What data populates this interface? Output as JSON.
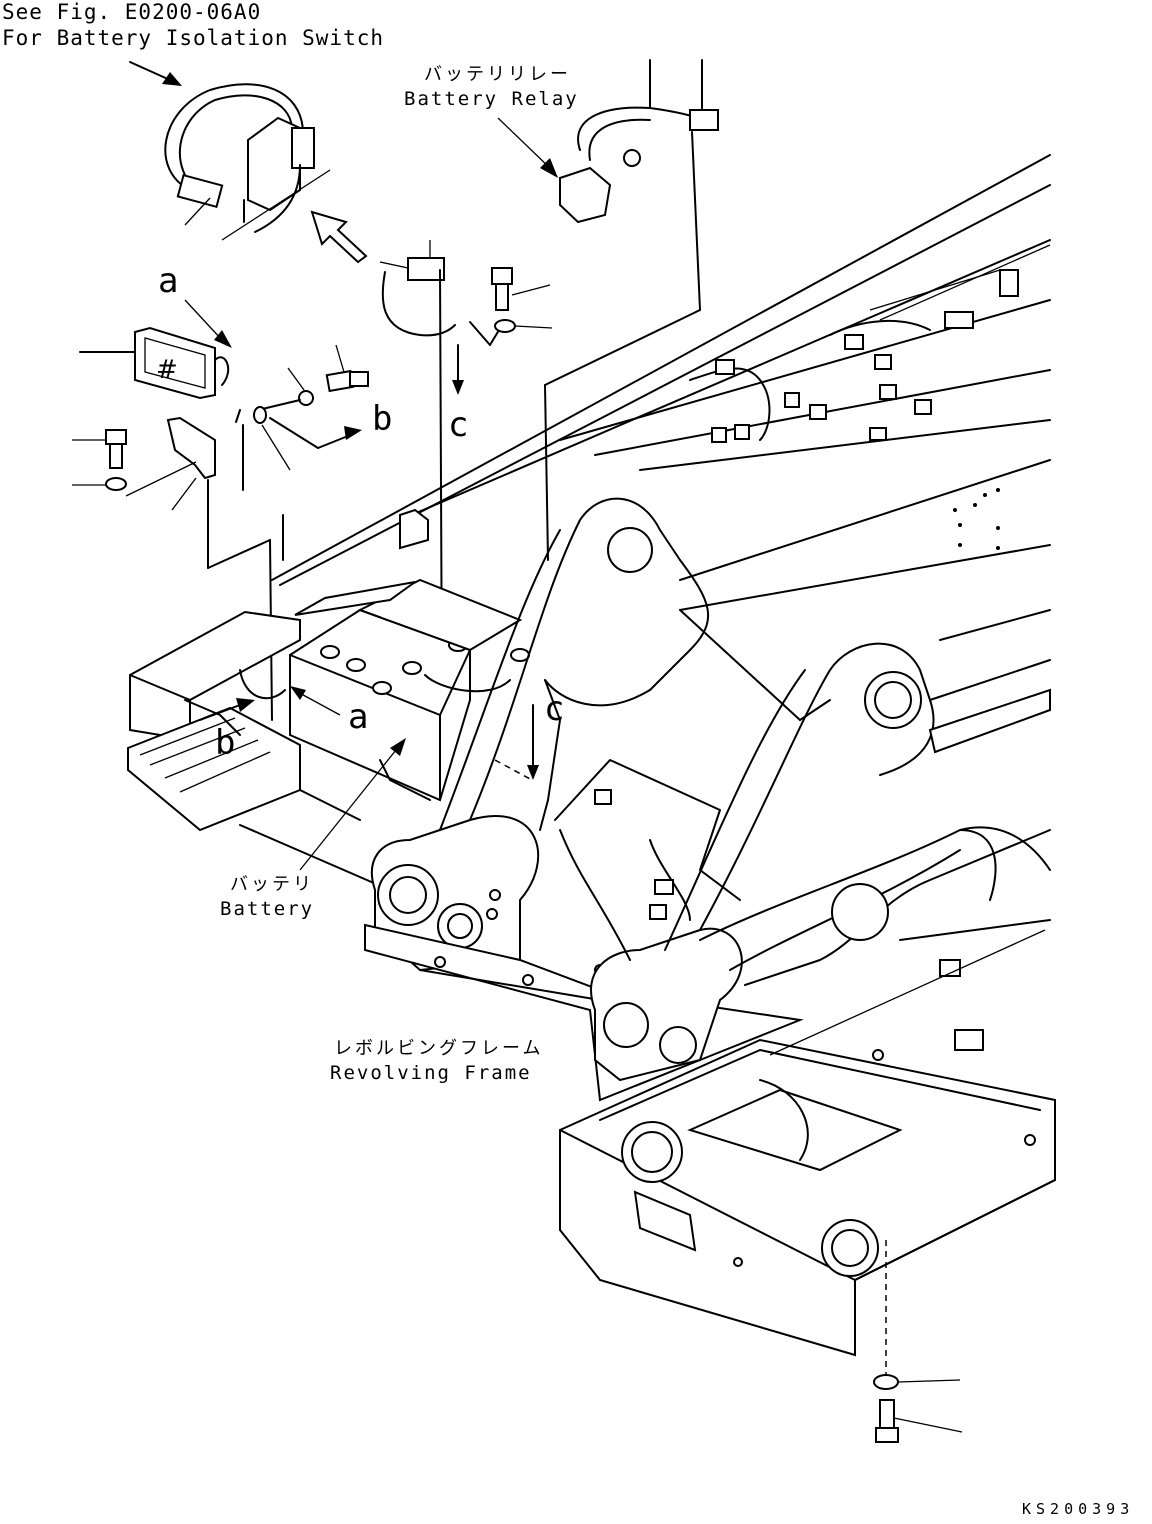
{
  "header": {
    "line1": "See Fig. E0200-06A0",
    "line2": "For Battery Isolation Switch"
  },
  "labels": {
    "battery_relay_jp": "バッテリリレー",
    "battery_relay_en": "Battery Relay",
    "battery_jp": "バッテリ",
    "battery_en": "Battery",
    "frame_jp": "レボルビングフレーム",
    "frame_en": "Revolving Frame"
  },
  "callouts": {
    "a": "a",
    "b": "b",
    "c": "c"
  },
  "drawing_ref": "KS200393"
}
